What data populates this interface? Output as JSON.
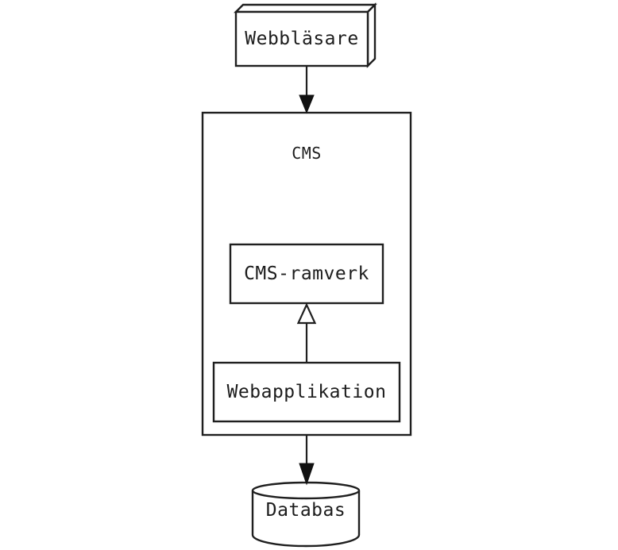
{
  "diagram": {
    "background_color": "#ffffff",
    "stroke_color": "#1f1f1f",
    "text_color": "#1c1c1c",
    "nodes": {
      "webblasare": {
        "label": "Webbläsare",
        "shape": "3d-box"
      },
      "cms": {
        "label": "CMS",
        "shape": "container-rect"
      },
      "cms_ramverk": {
        "label": "CMS-ramverk",
        "shape": "rect"
      },
      "webapplikation": {
        "label": "Webapplikation",
        "shape": "rect"
      },
      "databas": {
        "label": "Databas",
        "shape": "cylinder"
      }
    },
    "edges": [
      {
        "from": "Webbläsare",
        "to": "CMS",
        "arrowhead": "filled-triangle"
      },
      {
        "from": "Webapplikation",
        "to": "CMS-ramverk",
        "arrowhead": "hollow-triangle-generalization"
      },
      {
        "from": "CMS",
        "to": "Databas",
        "arrowhead": "filled-triangle"
      }
    ]
  }
}
